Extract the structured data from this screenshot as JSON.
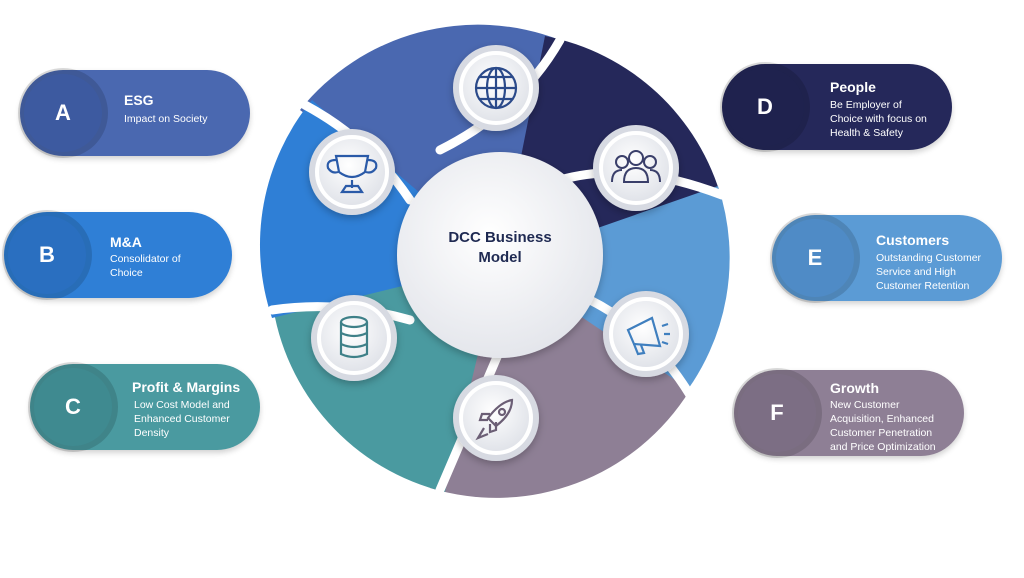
{
  "center": {
    "line1": "DCC Business",
    "line2": "Model"
  },
  "items": [
    {
      "letter": "A",
      "title": "ESG",
      "desc": [
        "Impact on Society"
      ],
      "color": "#4a68b0",
      "badge": "#3d5aa0"
    },
    {
      "letter": "B",
      "title": "M&A",
      "desc": [
        "Consolidator of",
        "Choice"
      ],
      "color": "#2f7fd6",
      "badge": "#2a6fc0"
    },
    {
      "letter": "C",
      "title": "Profit & Margins",
      "desc": [
        "Low Cost Model and",
        "Enhanced Customer",
        "Density"
      ],
      "color": "#4a9aa0",
      "badge": "#3f8a90"
    },
    {
      "letter": "D",
      "title": "People",
      "desc": [
        "Be Employer of",
        "Choice with focus on",
        "Health & Safety"
      ],
      "color": "#25285a",
      "badge": "#1f224e"
    },
    {
      "letter": "E",
      "title": "Customers",
      "desc": [
        "Outstanding Customer",
        "Service and High",
        "Customer Retention"
      ],
      "color": "#5b9bd5",
      "badge": "#4f8bc6"
    },
    {
      "letter": "F",
      "title": "Growth",
      "desc": [
        "New Customer",
        "Acquisition, Enhanced",
        "Customer Penetration",
        "and Price Optimization"
      ],
      "color": "#8e7f95",
      "badge": "#7c6e84"
    }
  ],
  "segment_icons": [
    "globe-icon",
    "trophy-icon",
    "database-icon",
    "rocket-icon",
    "megaphone-icon",
    "people-icon"
  ]
}
